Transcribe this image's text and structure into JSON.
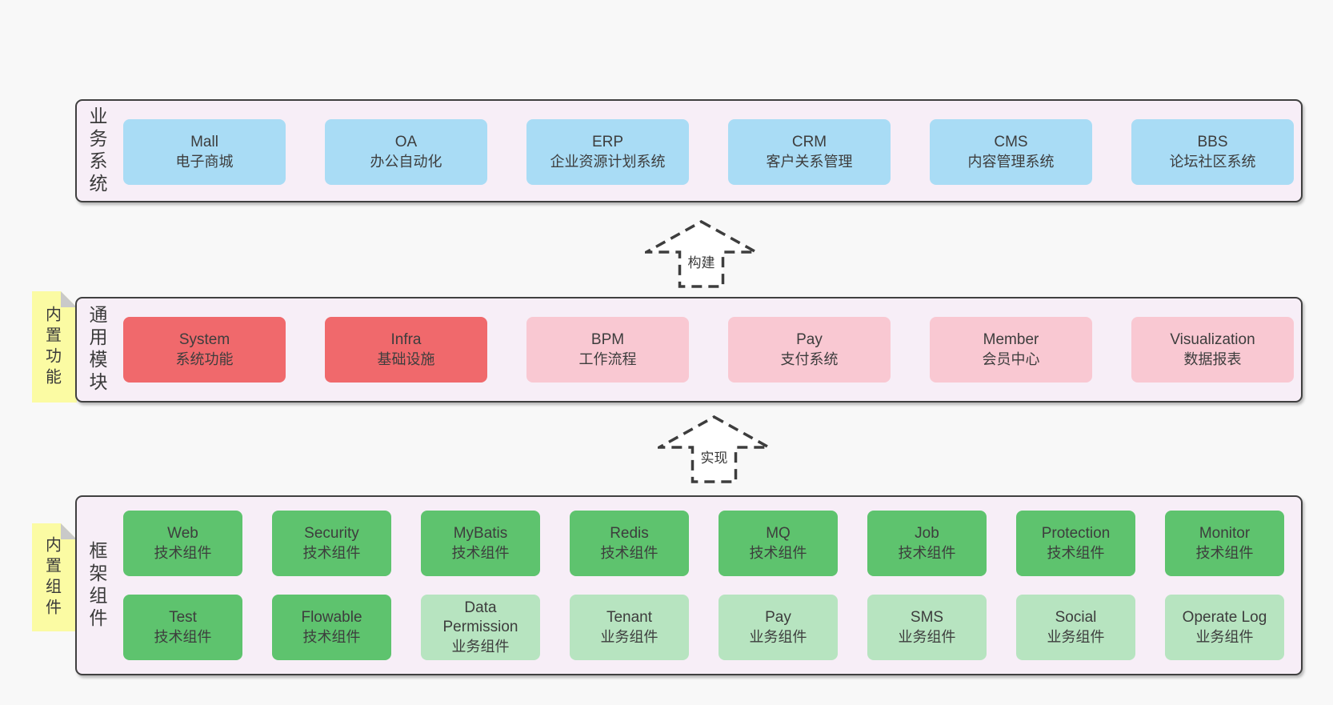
{
  "colors": {
    "page_background": "#f8f8f8",
    "panel_background": "#f7eef7",
    "panel_border": "#404040",
    "tag_yellow": "#fbfba3",
    "tag_fold_gray": "#c9c9c9",
    "text": "#3d3d3d",
    "blue": "#a9dcf5",
    "red": "#f0696c",
    "pink": "#f9c8d2",
    "green-dark": "#5ec36e",
    "green-light": "#b7e4c0"
  },
  "business_systems": {
    "label": "业务系统",
    "items": [
      {
        "name": "Mall",
        "desc": "电子商城",
        "variant": "blue"
      },
      {
        "name": "OA",
        "desc": "办公自动化",
        "variant": "blue"
      },
      {
        "name": "ERP",
        "desc": "企业资源计划系统",
        "variant": "blue"
      },
      {
        "name": "CRM",
        "desc": "客户关系管理",
        "variant": "blue"
      },
      {
        "name": "CMS",
        "desc": "内容管理系统",
        "variant": "blue"
      },
      {
        "name": "BBS",
        "desc": "论坛社区系统",
        "variant": "blue"
      }
    ]
  },
  "arrow_build": {
    "label": "构建"
  },
  "common_modules": {
    "label": "通用模块",
    "tag": "内置功能",
    "items": [
      {
        "name": "System",
        "desc": "系统功能",
        "variant": "red"
      },
      {
        "name": "Infra",
        "desc": "基础设施",
        "variant": "red"
      },
      {
        "name": "BPM",
        "desc": "工作流程",
        "variant": "pink"
      },
      {
        "name": "Pay",
        "desc": "支付系统",
        "variant": "pink"
      },
      {
        "name": "Member",
        "desc": "会员中心",
        "variant": "pink"
      },
      {
        "name": "Visualization",
        "desc": "数据报表",
        "variant": "pink"
      }
    ]
  },
  "arrow_implement": {
    "label": "实现"
  },
  "framework_components": {
    "label": "框架组件",
    "tag": "内置组件",
    "rows": [
      [
        {
          "name": "Web",
          "desc": "技术组件",
          "variant": "green-dark"
        },
        {
          "name": "Security",
          "desc": "技术组件",
          "variant": "green-dark"
        },
        {
          "name": "MyBatis",
          "desc": "技术组件",
          "variant": "green-dark"
        },
        {
          "name": "Redis",
          "desc": "技术组件",
          "variant": "green-dark"
        },
        {
          "name": "MQ",
          "desc": "技术组件",
          "variant": "green-dark"
        },
        {
          "name": "Job",
          "desc": "技术组件",
          "variant": "green-dark"
        },
        {
          "name": "Protection",
          "desc": "技术组件",
          "variant": "green-dark"
        },
        {
          "name": "Monitor",
          "desc": "技术组件",
          "variant": "green-dark"
        }
      ],
      [
        {
          "name": "Test",
          "desc": "技术组件",
          "variant": "green-dark"
        },
        {
          "name": "Flowable",
          "desc": "技术组件",
          "variant": "green-dark"
        },
        {
          "name": "Data Permission",
          "desc": "业务组件",
          "variant": "green-light"
        },
        {
          "name": "Tenant",
          "desc": "业务组件",
          "variant": "green-light"
        },
        {
          "name": "Pay",
          "desc": "业务组件",
          "variant": "green-light"
        },
        {
          "name": "SMS",
          "desc": "业务组件",
          "variant": "green-light"
        },
        {
          "name": "Social",
          "desc": "业务组件",
          "variant": "green-light"
        },
        {
          "name": "Operate Log",
          "desc": "业务组件",
          "variant": "green-light"
        }
      ]
    ]
  }
}
